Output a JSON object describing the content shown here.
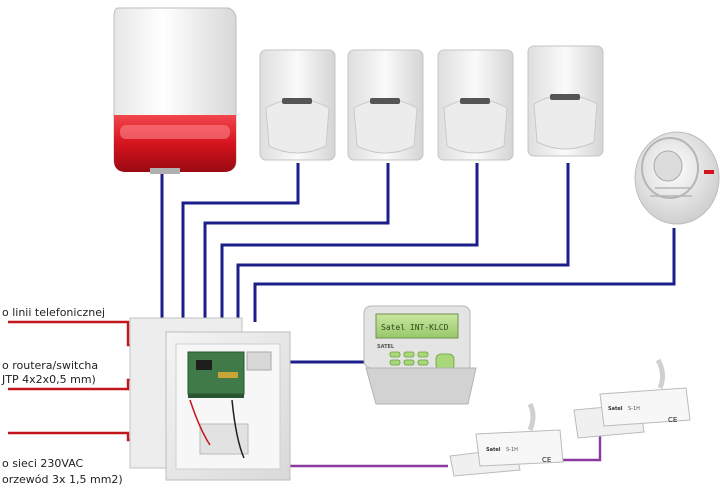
{
  "labels": {
    "phone_line": "o linii telefonicznej",
    "router_line1": "o routera/switcha",
    "router_line2": "JTP 4x2x0,5 mm)",
    "power_line1": "o sieci 230VAC",
    "power_line2": "orzewód 3x 1,5 mm2)"
  },
  "keypad": {
    "brand": "SATEL",
    "screen_text": "Satel  INT-KLCD"
  },
  "contacts": {
    "brand": "Satel",
    "model": "S-1H",
    "mark": "CE"
  },
  "colors": {
    "bus_wire": "#1c1f8a",
    "tel_wire": "#c0161c",
    "contact_wire": "#8a3a9e",
    "siren_red": "#d5141e",
    "pcb_green": "#3f7a48"
  }
}
